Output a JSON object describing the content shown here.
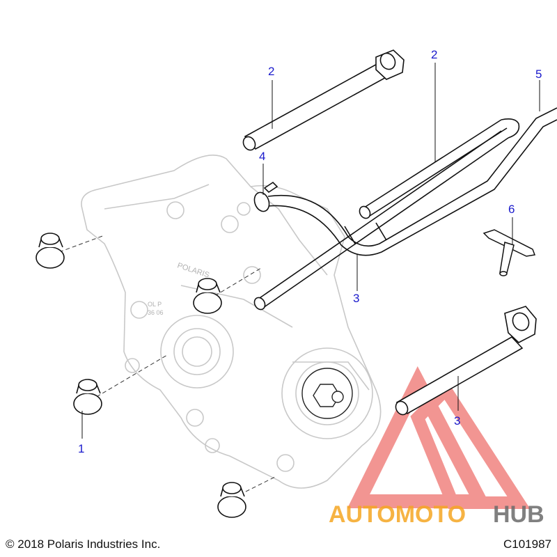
{
  "callouts": {
    "c1": "1",
    "c2a": "2",
    "c2b": "2",
    "c3a": "3",
    "c3b": "3",
    "c4": "4",
    "c5": "5",
    "c6": "6"
  },
  "footer": {
    "copyright": "© 2018 Polaris Industries Inc.",
    "figure_id": "C101987"
  },
  "housing_text": {
    "brand": "POLARIS",
    "casting_line1": "OL P",
    "casting_line2": "36 06"
  },
  "watermark": {
    "part1": "AUTOMOTO",
    "part2": "HUB",
    "colors": {
      "orange": "#f5a623",
      "gray": "#6b6b6b",
      "red": "#e8403a"
    }
  },
  "colors": {
    "callout": "#1a1acc",
    "line": "#111111",
    "faint": "#c8c8c8"
  }
}
